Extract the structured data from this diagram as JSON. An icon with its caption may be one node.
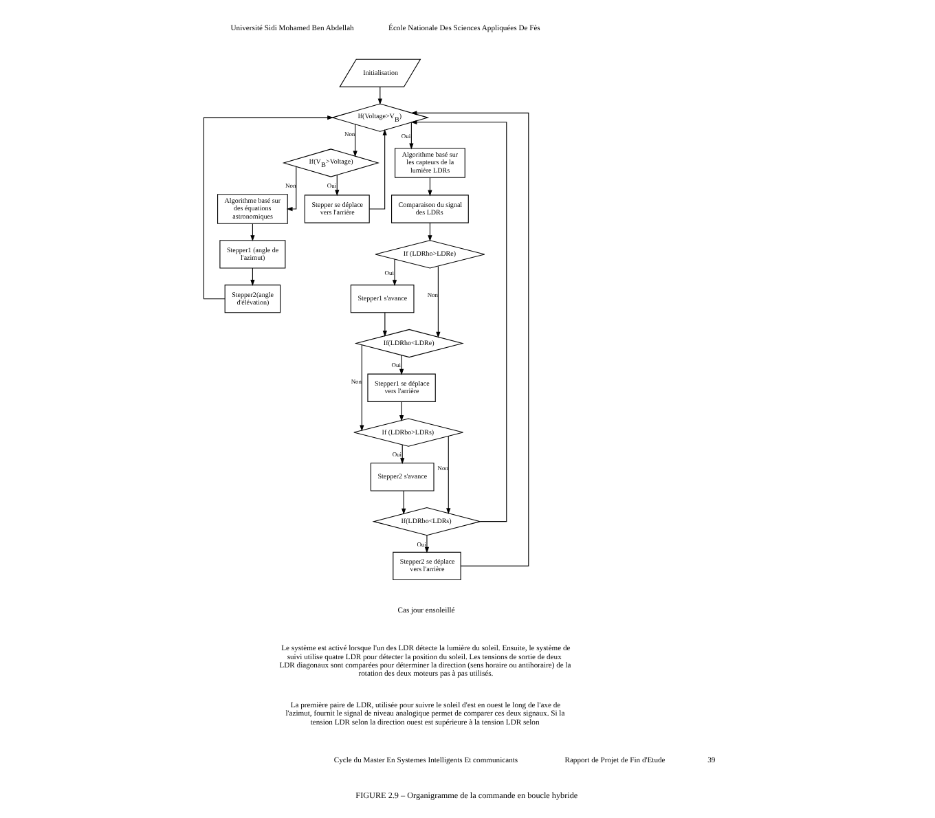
{
  "diagram": {
    "caption": "FIGURE 2.9 – Organigramme de la commande en boucle hybride",
    "nodes": [
      {
        "text": [
          "Initialisation"
        ]
      },
      {
        "text": [
          "If(Voltage>V$_{B}$)"
        ]
      },
      {
        "text": [
          "If(V$_{B}$>Voltage)"
        ]
      },
      {
        "text": [
          "Algorithme basé sur des équations astronomiques"
        ]
      },
      {
        "text": [
          "Stepper1 (angle de l'azimut)"
        ]
      },
      {
        "text": [
          "Stepper2(angle d'élévation)"
        ]
      },
      {
        "text": [
          "Stepper se déplace vers l'arrière"
        ]
      },
      {
        "text": [
          "Algorithme basé sur les capteurs de la lumière LDRs"
        ]
      },
      {
        "text": [
          "Comparaison du signal des LDRs"
        ]
      },
      {
        "text": [
          "If (LDRho>LDRe)"
        ]
      },
      {
        "text": [
          "Stepper1 s'avance"
        ]
      },
      {
        "text": [
          "If(LDRho<LDRe)"
        ]
      },
      {
        "text": [
          "Stepper1 se déplace vers l'arrière"
        ]
      },
      {
        "text": [
          "If (LDRbo>LDRs)"
        ]
      },
      {
        "text": [
          "Stepper2 s'avance"
        ]
      },
      {
        "text": [
          "If(LDRbo<LDRs)"
        ]
      },
      {
        "text": [
          "Stepper2 se déplace vers l'arrière"
        ]
      }
    ],
    "edges": [
      {
        "from": 0,
        "to": 1,
        "arrow": "to"
      },
      {
        "from": 1,
        "to": 2,
        "arrow": "to",
        "label": "Non"
      },
      {
        "from": 1,
        "to": 7,
        "arrow": "to",
        "label": "Oui"
      },
      {
        "from": 2,
        "to": 6,
        "arrow": "to",
        "label": "Oui"
      },
      {
        "from": 2,
        "to": 3,
        "arrow": "to",
        "label": "Non"
      },
      {
        "from": 3,
        "to": 4,
        "arrow": "to"
      },
      {
        "from": 4,
        "to": 5,
        "arrow": "to"
      },
      {
        "from": 7,
        "to": 8,
        "arrow": "to"
      },
      {
        "from": 8,
        "to": 9,
        "arrow": "to"
      },
      {
        "from": 9,
        "to": 10,
        "arrow": "to",
        "label": "Oui"
      },
      {
        "from": 9,
        "to": 11,
        "arrow": "to",
        "label": "Non"
      },
      {
        "from": 10,
        "to": 11,
        "arrow": "to"
      },
      {
        "from": 11,
        "to": 12,
        "arrow": "to",
        "label": "Oui"
      },
      {
        "from": 11,
        "to": 13,
        "arrow": "to",
        "label": "Non"
      },
      {
        "from": 12,
        "to": 13,
        "arrow": "to"
      },
      {
        "from": 13,
        "to": 14,
        "arrow": "to",
        "label": "Oui"
      },
      {
        "from": 13,
        "to": 15,
        "arrow": "to",
        "label": "Non"
      },
      {
        "from": 14,
        "to": 15,
        "arrow": "to"
      },
      {
        "from": 15,
        "to": 16,
        "arrow": "to",
        "label": "Oui"
      },
      {
        "from": 16,
        "to": 1,
        "arrow": "to"
      },
      {
        "from": 15,
        "to": 1,
        "arrow": "to"
      },
      {
        "from": 6,
        "to": 1,
        "arrow": "to"
      },
      {
        "from": 5,
        "to": 1,
        "arrow": "to"
      }
    ],
    "labels": [
      "Université Sidi Mohamed Ben Abdellah",
      "École Nationale Des Sciences Appliquées De Fès",
      "Cas jour ensoleillé",
      "Le système est activé lorsque l'un des LDR détecte la lumière du soleil. Ensuite, le système de suivi utilise quatre LDR pour détecter la position du soleil. Les tensions de sortie de deux LDR diagonaux sont comparées pour déterminer la direction (sens horaire ou antihoraire) de la rotation des deux moteurs pas à pas utilisés.",
      "La première paire de LDR, utilisée pour suivre le soleil d'est en ouest le long de l'axe de l'azimut, fournit le signal de niveau analogique permet de comparer ces deux signaux. Si la tension LDR selon la direction ouest est supérieure à la tension LDR selon",
      "Cycle du Master En Systemes Intelligents Et communicants",
      "39",
      "Rapport de Projet de Fin d'Etude"
    ]
  }
}
